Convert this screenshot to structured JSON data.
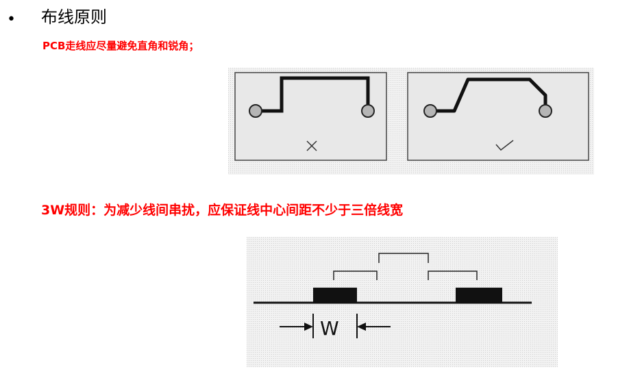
{
  "slide": {
    "bullet": "•",
    "title": "布线原则",
    "rule_corners": "PCB走线应尽量避免直角和锐角；",
    "rule_3w": "3W规则：为减少线间串扰，应保证线中心间距不少于三倍线宽"
  },
  "figure_corners": {
    "bad_mark": "X",
    "good_mark": "✓"
  },
  "figure_3w": {
    "width_label": "W"
  }
}
